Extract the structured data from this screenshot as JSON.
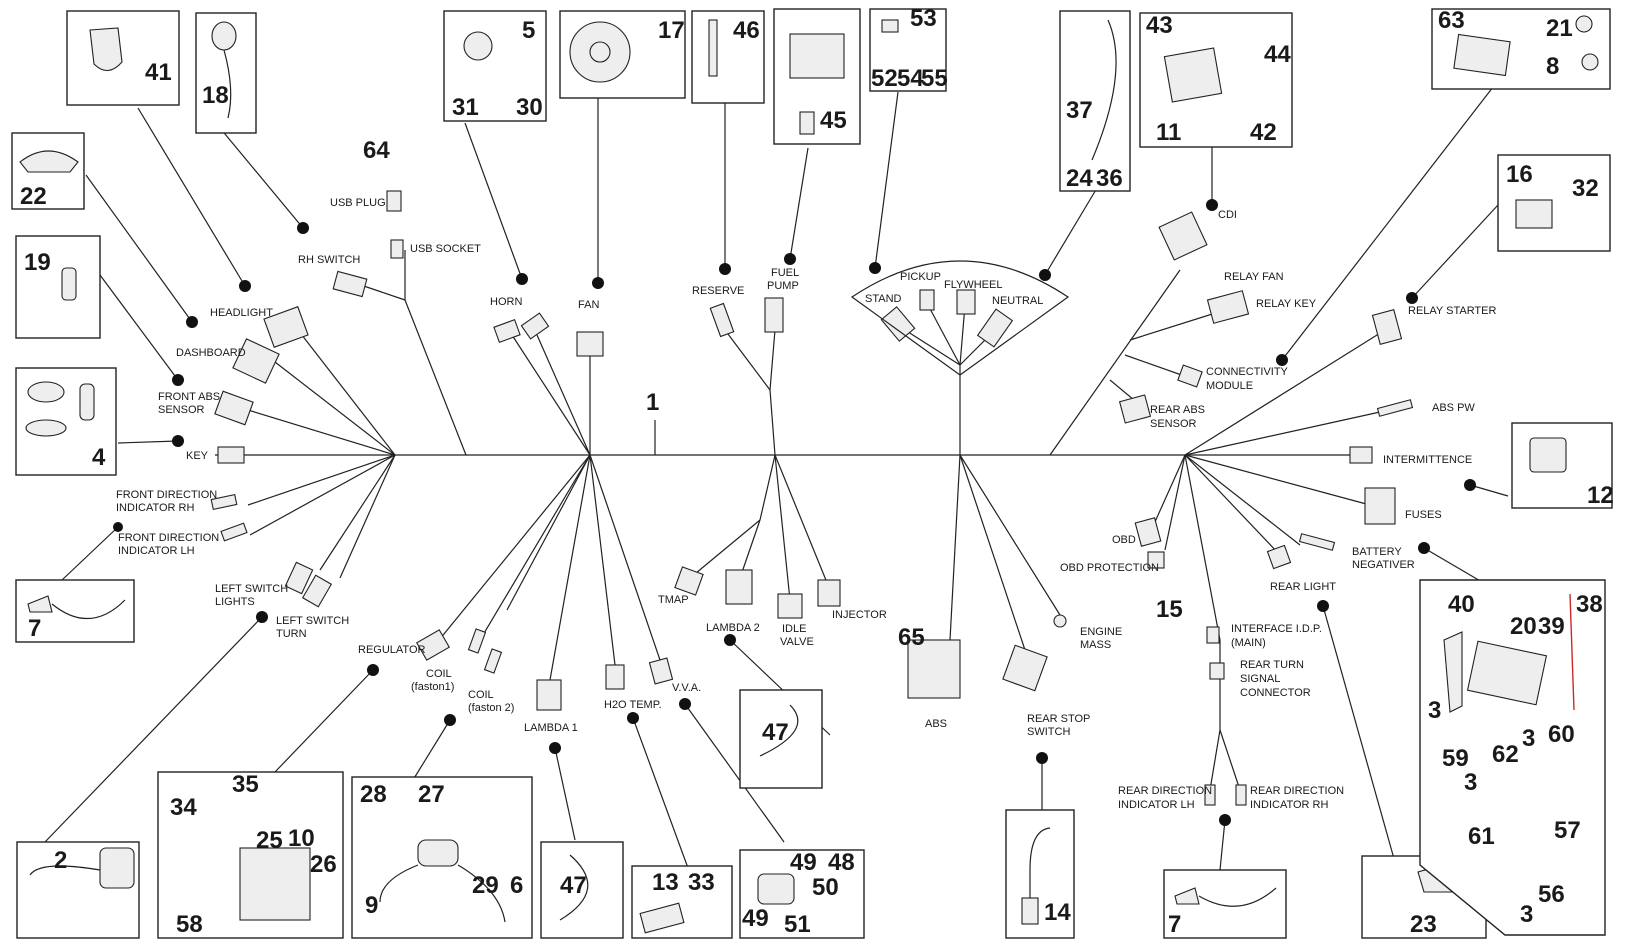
{
  "diagram": {
    "main_number": "1",
    "labels": {
      "usb_plug": "USB PLUG",
      "usb_socket": "USB SOCKET",
      "rh_switch": "RH SWITCH",
      "headlight": "HEADLIGHT",
      "dashboard": "DASHBOARD",
      "front_abs_1": "FRONT ABS",
      "front_abs_2": "SENSOR",
      "key": "KEY",
      "fdi_rh_1": "FRONT DIRECTION",
      "fdi_rh_2": "INDICATOR RH",
      "fdi_lh_1": "FRONT DIRECTION",
      "fdi_lh_2": "INDICATOR LH",
      "left_switch_lights_1": "LEFT SWITCH",
      "left_switch_lights_2": "LIGHTS",
      "left_switch_turn_1": "LEFT SWITCH",
      "left_switch_turn_2": "TURN",
      "regulator": "REGULATOR",
      "coil1_1": "COIL",
      "coil1_2": "(faston1)",
      "coil2_1": "COIL",
      "coil2_2": "(faston 2)",
      "horn": "HORN",
      "fan": "FAN",
      "lambda1": "LAMBDA 1",
      "h2o_temp": "H2O TEMP.",
      "vva": "V.V.A.",
      "reserve": "RESERVE",
      "fuel_pump_1": "FUEL",
      "fuel_pump_2": "PUMP",
      "tmap": "TMAP",
      "lambda2": "LAMBDA 2",
      "idle_valve_1": "IDLE",
      "idle_valve_2": "VALVE",
      "injector": "INJECTOR",
      "pickup": "PICKUP",
      "flywheel": "FLYWHEEL",
      "stand": "STAND",
      "neutral": "NEUTRAL",
      "abs": "ABS",
      "rear_stop_1": "REAR STOP",
      "rear_stop_2": "SWITCH",
      "engine_mass_1": "ENGINE",
      "engine_mass_2": "MASS",
      "cdi": "CDI",
      "relay_fan": "RELAY FAN",
      "relay_key": "RELAY KEY",
      "connectivity_1": "CONNECTIVITY",
      "connectivity_2": "MODULE",
      "rear_abs_1": "REAR ABS",
      "rear_abs_2": "SENSOR",
      "relay_starter": "RELAY STARTER",
      "abs_pw": "ABS PW",
      "intermittence": "INTERMITTENCE",
      "fuses": "FUSES",
      "battery_neg_1": "BATTERY",
      "battery_neg_2": "NEGATIVER",
      "obd": "OBD",
      "obd_protection": "OBD PROTECTION",
      "rear_light": "REAR LIGHT",
      "idp_1": "INTERFACE I.D.P.",
      "idp_2": "(MAIN)",
      "rts_1": "REAR TURN",
      "rts_2": "SIGNAL",
      "rts_3": "CONNECTOR",
      "rdi_lh_1": "REAR DIRECTION",
      "rdi_lh_2": "INDICATOR LH",
      "rdi_rh_1": "REAR DIRECTION",
      "rdi_rh_2": "INDICATOR RH"
    },
    "part_numbers": {
      "p41": "41",
      "p18": "18",
      "p22": "22",
      "p19": "19",
      "p4": "4",
      "p7a": "7",
      "p64": "64",
      "p5": "5",
      "p31": "31",
      "p30": "30",
      "p17": "17",
      "p46": "46",
      "p45": "45",
      "p53": "53",
      "p52": "52",
      "p54": "54",
      "p55": "55",
      "p37": "37",
      "p24": "24",
      "p36": "36",
      "p43": "43",
      "p44": "44",
      "p11": "11",
      "p42": "42",
      "p63": "63",
      "p21": "21",
      "p8": "8",
      "p16": "16",
      "p32": "32",
      "p12": "12",
      "p15": "15",
      "p65": "65",
      "p47a": "47",
      "p47b": "47",
      "p2": "2",
      "p34": "34",
      "p35": "35",
      "p25": "25",
      "p10": "10",
      "p26": "26",
      "p58": "58",
      "p28": "28",
      "p27": "27",
      "p29": "29",
      "p6": "6",
      "p9": "9",
      "p13": "13",
      "p33": "33",
      "p49a": "49",
      "p48": "48",
      "p50": "50",
      "p49b": "49",
      "p51": "51",
      "p14": "14",
      "p7b": "7",
      "p23": "23",
      "p40": "40",
      "p20": "20",
      "p39": "39",
      "p38": "38",
      "p3a": "3",
      "p59": "59",
      "p3b": "3",
      "p60": "60",
      "p62": "62",
      "p3c": "3",
      "p61": "61",
      "p57": "57",
      "p56": "56",
      "p3d": "3"
    }
  }
}
